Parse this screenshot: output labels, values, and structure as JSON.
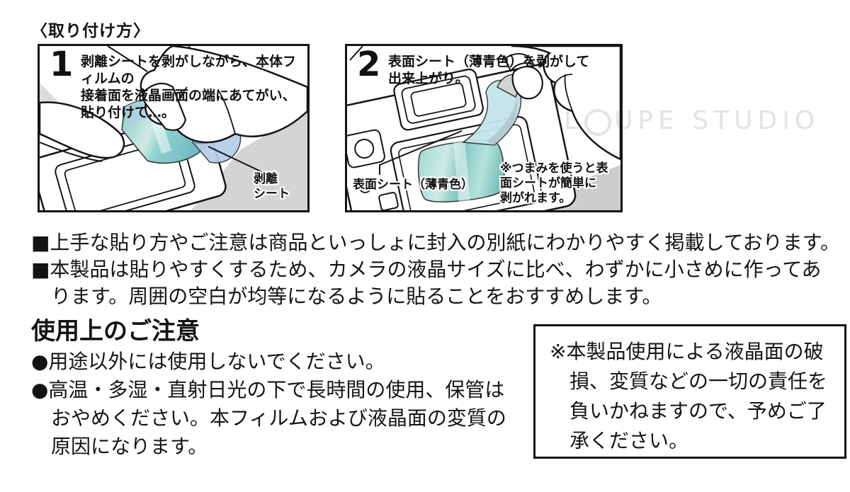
{
  "title": "〈取り付け方〉",
  "watermark": "LOUPE STUDIO",
  "watermark_parts": {
    "left": "L",
    "right": "UPE STUDIO"
  },
  "steps": [
    {
      "number": "1",
      "instruction": "剥離シートを剥がしながら、本体フィルムの\n接着面を液晶画面の端にあてがい、\n貼り付けて…。",
      "label": "剥離\nシート"
    },
    {
      "number": "2",
      "instruction": "表面シート（薄青色）を剥がして\n出来上がり。",
      "label": "表面シート（薄青色）",
      "note": "※つまみを使うと表\n面シートが簡単に\n剥がれます。"
    }
  ],
  "notes": [
    "■上手な貼り方やご注意は商品といっしょに封入の別紙にわかりやすく掲載しております。",
    "■本製品は貼りやすくするため、カメラの液晶サイズに比べ、わずかに小さめに作ってあ\nります。周囲の空白が均等になるように貼ることをおすすめします。"
  ],
  "caution": {
    "heading": "使用上のご注意",
    "items": [
      "●用途以外には使用しないでください。",
      "●高温・多湿・直射日光の下で長時間の使用、保管は\nおやめください。本フィルムおよび液晶面の変質の\n原因になります。"
    ],
    "disclaimer": "※本製品使用による液晶面の破\n損、変質などの一切の責任を\n負いかねますので、予めご了\n承ください。"
  },
  "colors": {
    "film_teal": "#85c9c4",
    "film_teal_light": "#cfeae5",
    "film_blue": "#b4cde8",
    "sheet_blue": "#c2e4ea",
    "panel_gray": "#d4d4d4",
    "light_gray": "#ececec",
    "watermark_gray": "#e3e3e7",
    "ink": "#141414"
  }
}
